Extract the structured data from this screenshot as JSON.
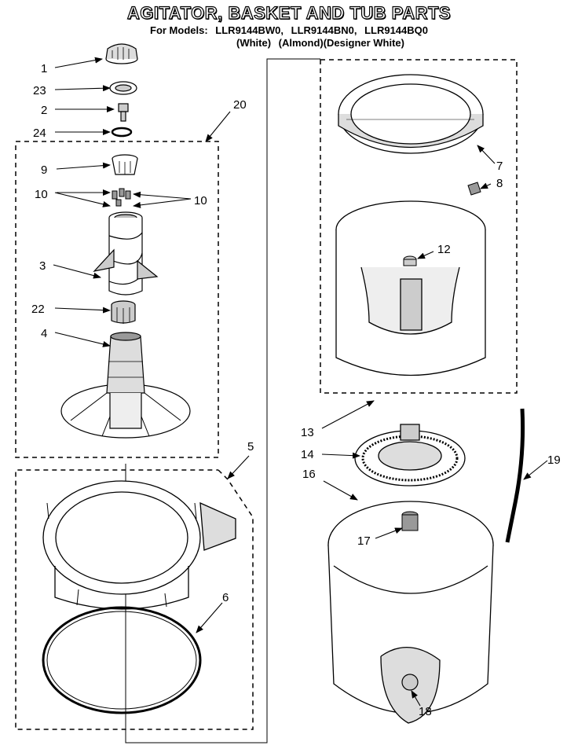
{
  "header": {
    "title": "AGITATOR, BASKET AND TUB PARTS",
    "models_prefix": "For Models:",
    "models": [
      "LLR9144BW0,",
      "LLR9144BN0,",
      "LLR9144BQ0"
    ],
    "colors": [
      "(White)",
      "(Almond)(Designer White)"
    ]
  },
  "callouts": {
    "c1": "1",
    "c23": "23",
    "c2": "2",
    "c24": "24",
    "c20": "20",
    "c9": "9",
    "c10a": "10",
    "c10b": "10",
    "c3": "3",
    "c22": "22",
    "c4": "4",
    "c5": "5",
    "c6": "6",
    "c7": "7",
    "c8": "8",
    "c12": "12",
    "c13": "13",
    "c14": "14",
    "c16": "16",
    "c17": "17",
    "c18": "18",
    "c19": "19"
  }
}
